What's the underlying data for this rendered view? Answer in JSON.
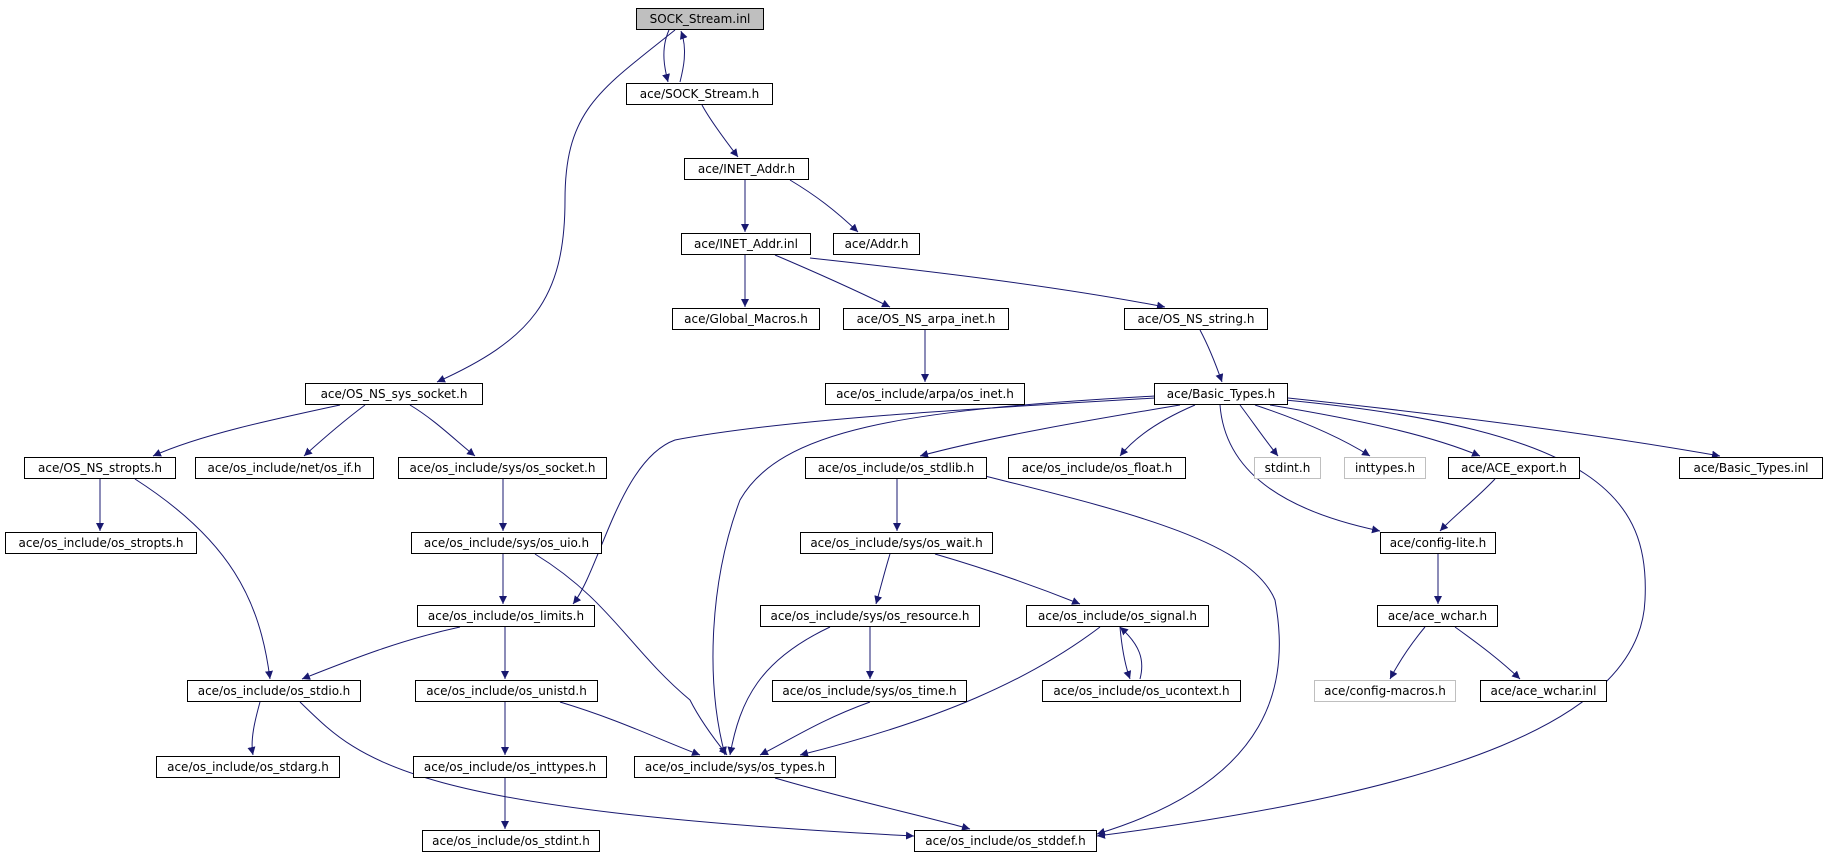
{
  "colors": {
    "edge": "#191970",
    "border": "#000000",
    "root_fill": "#bfbfbf",
    "external_border": "#bfbfbf",
    "background": "#ffffff"
  },
  "nodes": {
    "sock_stream_inl": "SOCK_Stream.inl",
    "sock_stream_h": "ace/SOCK_Stream.h",
    "inet_addr_h": "ace/INET_Addr.h",
    "inet_addr_inl": "ace/INET_Addr.inl",
    "addr_h": "ace/Addr.h",
    "global_macros_h": "ace/Global_Macros.h",
    "os_ns_arpa_inet_h": "ace/OS_NS_arpa_inet.h",
    "os_ns_string_h": "ace/OS_NS_string.h",
    "os_inet_h": "ace/os_include/arpa/os_inet.h",
    "os_ns_sys_socket_h": "ace/OS_NS_sys_socket.h",
    "basic_types_h": "ace/Basic_Types.h",
    "os_ns_stropts_h": "ace/OS_NS_stropts.h",
    "os_if_h": "ace/os_include/net/os_if.h",
    "os_socket_h": "ace/os_include/sys/os_socket.h",
    "os_stdlib_h": "ace/os_include/os_stdlib.h",
    "os_float_h": "ace/os_include/os_float.h",
    "stdint_h": "stdint.h",
    "inttypes_h": "inttypes.h",
    "ace_export_h": "ace/ACE_export.h",
    "basic_types_inl": "ace/Basic_Types.inl",
    "os_stropts_h": "ace/os_include/os_stropts.h",
    "os_uio_h": "ace/os_include/sys/os_uio.h",
    "os_wait_h": "ace/os_include/sys/os_wait.h",
    "config_lite_h": "ace/config-lite.h",
    "os_limits_h": "ace/os_include/os_limits.h",
    "os_resource_h": "ace/os_include/sys/os_resource.h",
    "os_signal_h": "ace/os_include/os_signal.h",
    "ace_wchar_h": "ace/ace_wchar.h",
    "os_stdio_h": "ace/os_include/os_stdio.h",
    "os_unistd_h": "ace/os_include/os_unistd.h",
    "os_time_h": "ace/os_include/sys/os_time.h",
    "os_ucontext_h": "ace/os_include/os_ucontext.h",
    "config_macros_h": "ace/config-macros.h",
    "ace_wchar_inl": "ace/ace_wchar.inl",
    "os_stdarg_h": "ace/os_include/os_stdarg.h",
    "os_inttypes_h": "ace/os_include/os_inttypes.h",
    "os_types_h": "ace/os_include/sys/os_types.h",
    "os_stdint_h": "ace/os_include/os_stdint.h",
    "os_stddef_h": "ace/os_include/os_stddef.h"
  }
}
